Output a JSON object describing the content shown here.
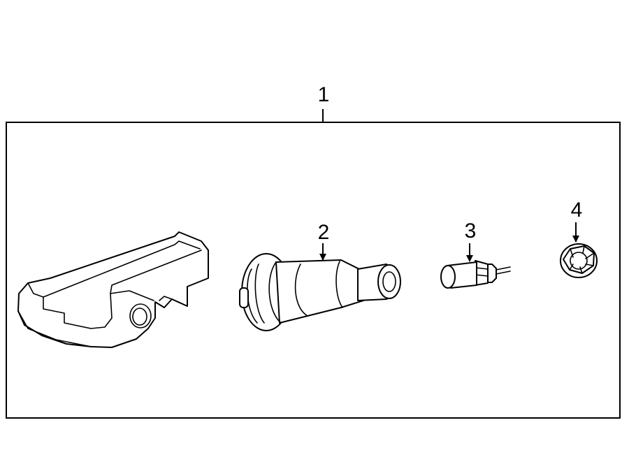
{
  "diagram": {
    "callouts": {
      "assembly": "1",
      "valve_stem": "2",
      "valve_core": "3",
      "nut": "4"
    }
  }
}
